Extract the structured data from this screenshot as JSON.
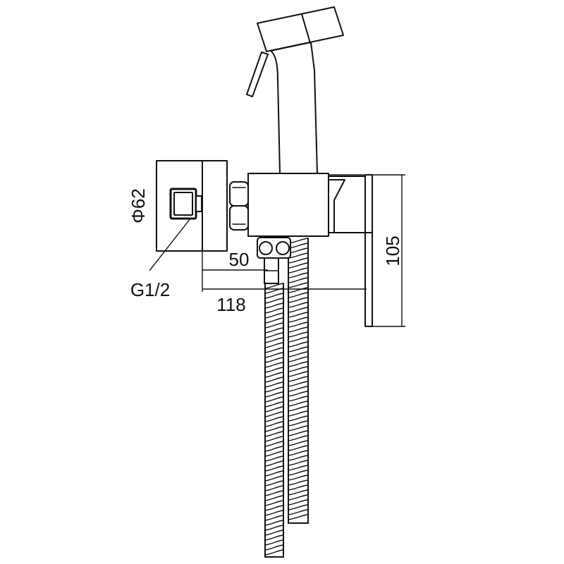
{
  "drawing": {
    "labels": {
      "diameter": "Φ62",
      "thread": "G1/2",
      "dim_50": "50",
      "dim_118": "118",
      "dim_105": "105"
    }
  }
}
